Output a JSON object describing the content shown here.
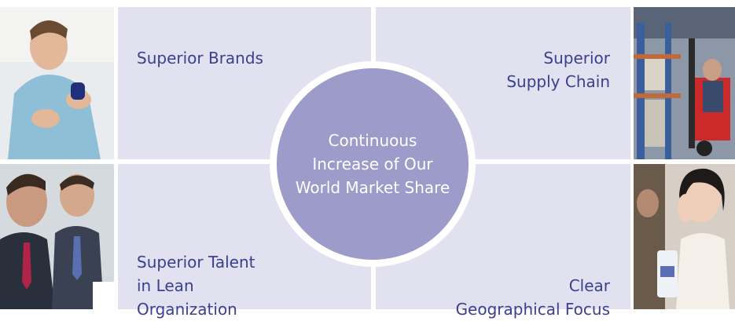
{
  "quadrants": {
    "top_left": "Superior Brands",
    "top_right": "Superior\nSupply Chain",
    "bottom_left": "Superior Talent\nin Lean\nOrganization",
    "bottom_right": "Clear\nGeographical Focus"
  },
  "center": "Continuous\nIncrease of Our\nWorld Market Share",
  "photos": {
    "top_left": "man-holding-product-photo",
    "top_right": "warehouse-forklift-photo",
    "bottom_left": "businessmen-meeting-photo",
    "bottom_right": "woman-applying-cream-photo"
  },
  "colors": {
    "quadrant_bg": "#e2e1f0",
    "circle_bg": "#9c9bc9",
    "text": "#3a3f8f"
  }
}
